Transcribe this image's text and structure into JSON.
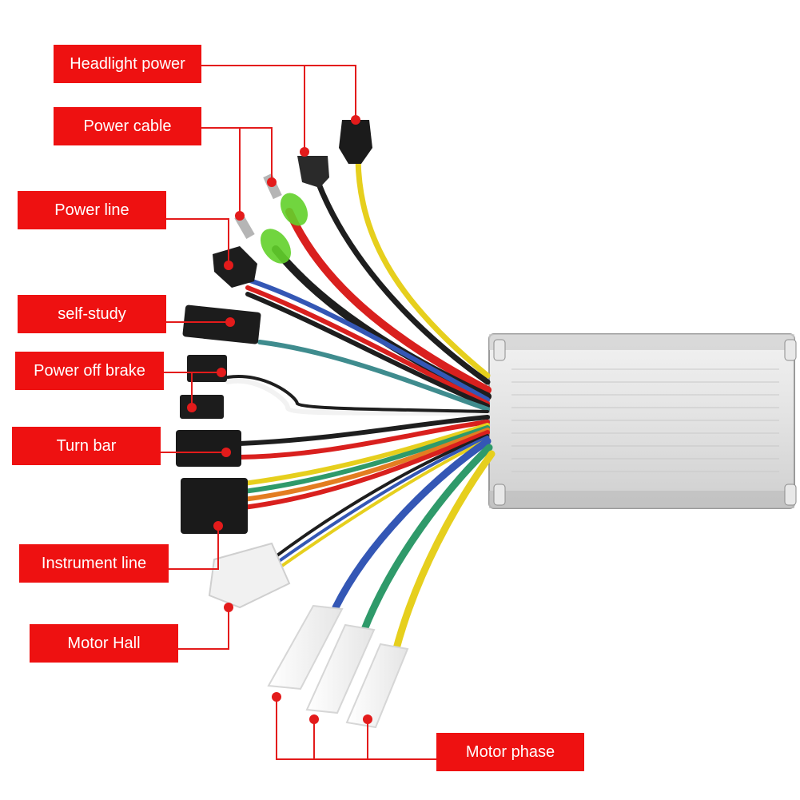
{
  "labels": {
    "headlight_power": "Headlight power",
    "power_cable": "Power cable",
    "power_line": "Power line",
    "self_study": "self-study",
    "power_off_brake": "Power off brake",
    "turn_bar": "Turn bar",
    "instrument_line": "Instrument line",
    "motor_hall": "Motor Hall",
    "motor_phase": "Motor phase"
  },
  "colors": {
    "label_bg": "#ee1111",
    "label_text": "#ffffff",
    "leader_line": "#e31b1b",
    "housing": "#dcdcdc",
    "wire_red": "#d9201e",
    "wire_black": "#1e1e1e",
    "wire_yellow": "#e6cf1d",
    "wire_blue": "#3457b5",
    "wire_green": "#2f9a6a",
    "wire_teal": "#3f8c8e",
    "wire_white": "#f2f2f2",
    "wire_orange": "#e37d21",
    "connector_green": "#62d02a"
  }
}
